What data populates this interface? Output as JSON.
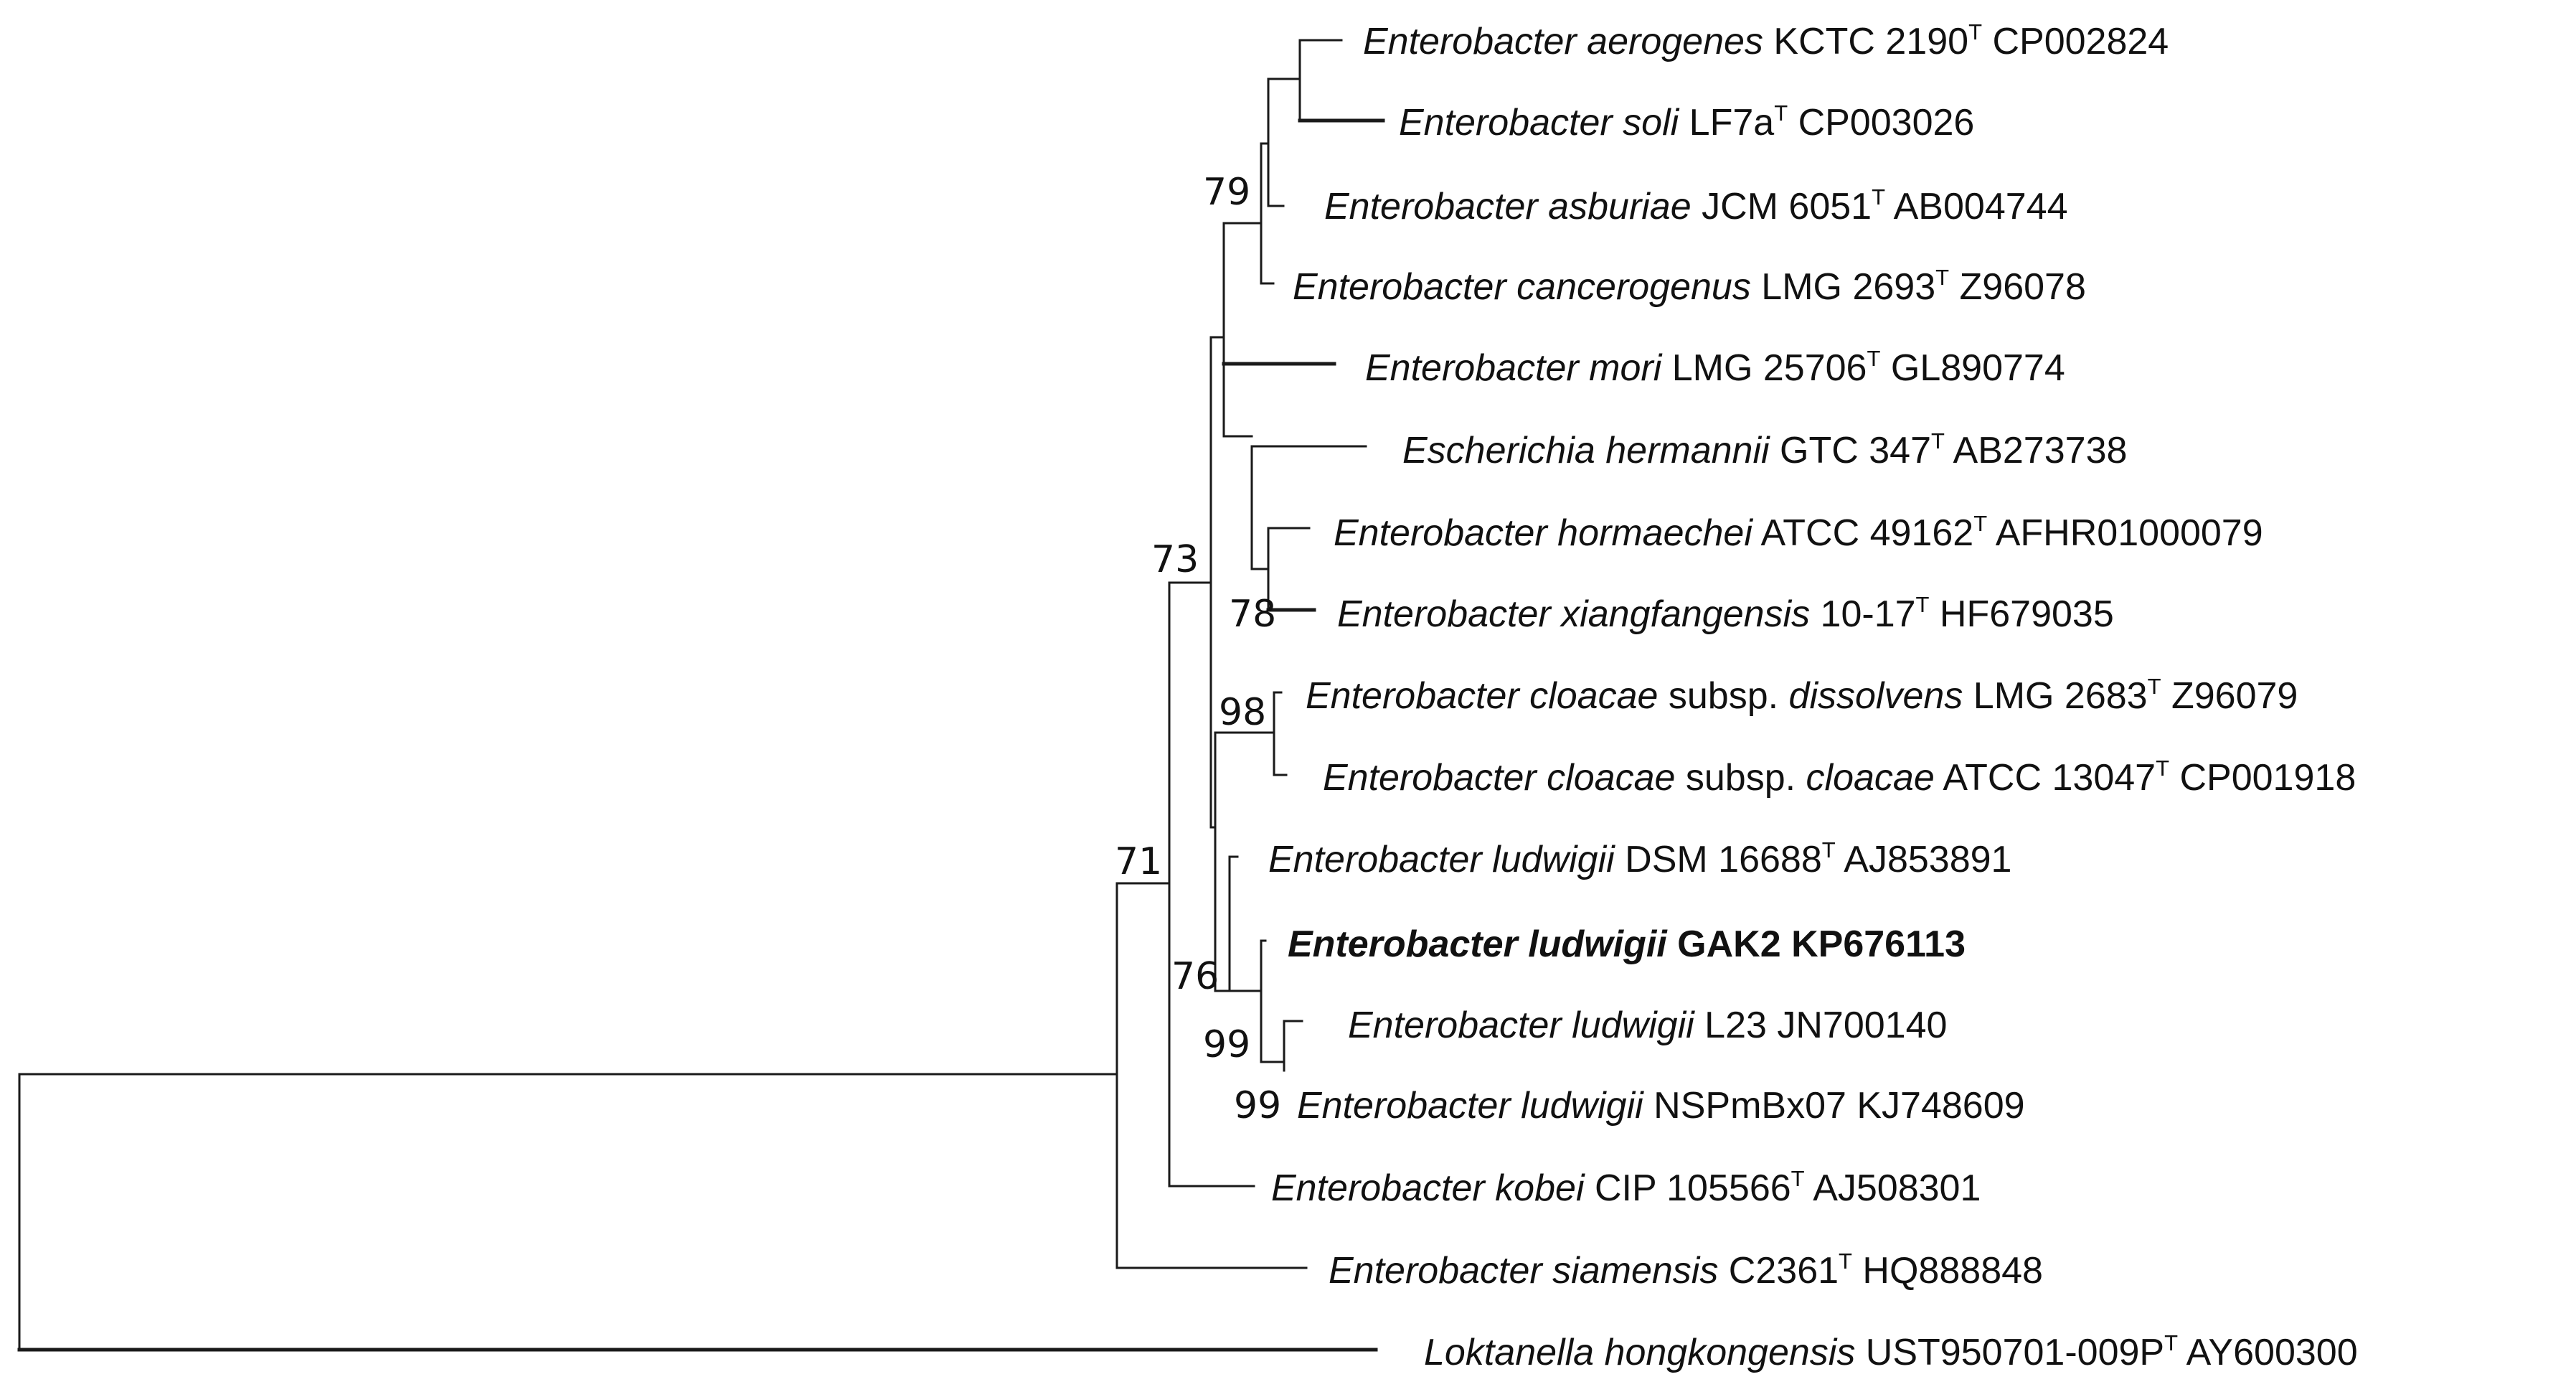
{
  "taxa": [
    {
      "id": "aerogenes",
      "parts": [
        {
          "t": "Enterobacter aerogenes",
          "s": "i"
        },
        {
          "t": " KCTC 2190",
          "s": "n"
        },
        {
          "t": "T",
          "s": "sup"
        },
        {
          "t": " CP002824",
          "s": "n"
        }
      ]
    },
    {
      "id": "soli",
      "parts": [
        {
          "t": "Enterobacter soli",
          "s": "i"
        },
        {
          "t": " LF7a",
          "s": "n"
        },
        {
          "t": "T",
          "s": "sup"
        },
        {
          "t": " CP003026",
          "s": "n"
        }
      ]
    },
    {
      "id": "asburiae",
      "parts": [
        {
          "t": "Enterobacter asburiae",
          "s": "i"
        },
        {
          "t": " JCM 6051",
          "s": "n"
        },
        {
          "t": "T",
          "s": "sup"
        },
        {
          "t": " AB004744",
          "s": "n"
        }
      ]
    },
    {
      "id": "cancerogenus",
      "parts": [
        {
          "t": "Enterobacter cancerogenus",
          "s": "i"
        },
        {
          "t": "  LMG 2693",
          "s": "n"
        },
        {
          "t": "T",
          "s": "sup"
        },
        {
          "t": " Z96078",
          "s": "n"
        }
      ]
    },
    {
      "id": "mori",
      "parts": [
        {
          "t": "Enterobacter mori",
          "s": "i"
        },
        {
          "t": " LMG 25706",
          "s": "n"
        },
        {
          "t": "T",
          "s": "sup"
        },
        {
          "t": " GL890774",
          "s": "n"
        }
      ]
    },
    {
      "id": "hermannii",
      "parts": [
        {
          "t": "Escherichia hermannii",
          "s": "i"
        },
        {
          "t": " GTC 347",
          "s": "n"
        },
        {
          "t": "T",
          "s": "sup"
        },
        {
          "t": " AB273738",
          "s": "n"
        }
      ]
    },
    {
      "id": "hormaechei",
      "parts": [
        {
          "t": "Enterobacter hormaechei",
          "s": "i"
        },
        {
          "t": " ATCC 49162",
          "s": "n"
        },
        {
          "t": "T",
          "s": "sup"
        },
        {
          "t": " AFHR01000079",
          "s": "n"
        }
      ]
    },
    {
      "id": "xiangfangensis",
      "parts": [
        {
          "t": "Enterobacter xiangfangensis",
          "s": "i"
        },
        {
          "t": " 10-17",
          "s": "n"
        },
        {
          "t": "T",
          "s": "sup"
        },
        {
          "t": " HF679035",
          "s": "n"
        }
      ]
    },
    {
      "id": "dissolvens",
      "parts": [
        {
          "t": "Enterobacter cloacae",
          "s": "i"
        },
        {
          "t": " subsp. ",
          "s": "n"
        },
        {
          "t": "dissolvens",
          "s": "i"
        },
        {
          "t": " LMG 2683",
          "s": "n"
        },
        {
          "t": "T",
          "s": "sup"
        },
        {
          "t": " Z96079",
          "s": "n"
        }
      ]
    },
    {
      "id": "cloacae",
      "parts": [
        {
          "t": "Enterobacter cloacae",
          "s": "i"
        },
        {
          "t": " subsp. ",
          "s": "n"
        },
        {
          "t": "cloacae",
          "s": "i"
        },
        {
          "t": " ATCC 13047",
          "s": "n"
        },
        {
          "t": "T",
          "s": "sup"
        },
        {
          "t": " CP001918",
          "s": "n"
        }
      ]
    },
    {
      "id": "ludwigii-dsm",
      "parts": [
        {
          "t": "Enterobacter ludwigii",
          "s": "i"
        },
        {
          "t": " DSM 16688",
          "s": "n"
        },
        {
          "t": "T",
          "s": "sup"
        },
        {
          "t": " AJ853891",
          "s": "n"
        }
      ]
    },
    {
      "id": "ludwigii-gak2",
      "parts": [
        {
          "t": "Enterobacter ludwigii",
          "s": "bi"
        },
        {
          "t": " GAK2 KP676113",
          "s": "b"
        }
      ]
    },
    {
      "id": "ludwigii-l23",
      "parts": [
        {
          "t": "Enterobacter ludwigii",
          "s": "i"
        },
        {
          "t": "  L23 JN700140",
          "s": "n"
        }
      ]
    },
    {
      "id": "ludwigii-nsp",
      "parts": [
        {
          "t": "Enterobacter ludwigii",
          "s": "i"
        },
        {
          "t": "  NSPmBx07 KJ748609",
          "s": "n"
        }
      ]
    },
    {
      "id": "kobei",
      "parts": [
        {
          "t": "Enterobacter kobei",
          "s": "i"
        },
        {
          "t": "  CIP 105566",
          "s": "n"
        },
        {
          "t": "T",
          "s": "sup"
        },
        {
          "t": " AJ508301",
          "s": "n"
        }
      ]
    },
    {
      "id": "siamensis",
      "parts": [
        {
          "t": "Enterobacter siamensis",
          "s": "i"
        },
        {
          "t": " C2361",
          "s": "n"
        },
        {
          "t": "T",
          "s": "sup"
        },
        {
          "t": " HQ888848",
          "s": "n"
        }
      ]
    },
    {
      "id": "loktanella",
      "parts": [
        {
          "t": "Loktanella hongkongensis",
          "s": "i"
        },
        {
          "t": " UST950701-009P",
          "s": "n"
        },
        {
          "t": "T",
          "s": "sup"
        },
        {
          "t": " AY600300",
          "s": "n"
        }
      ]
    }
  ],
  "bootstrap": [
    "79",
    "73",
    "78",
    "98",
    "71",
    "76",
    "99",
    "99"
  ]
}
